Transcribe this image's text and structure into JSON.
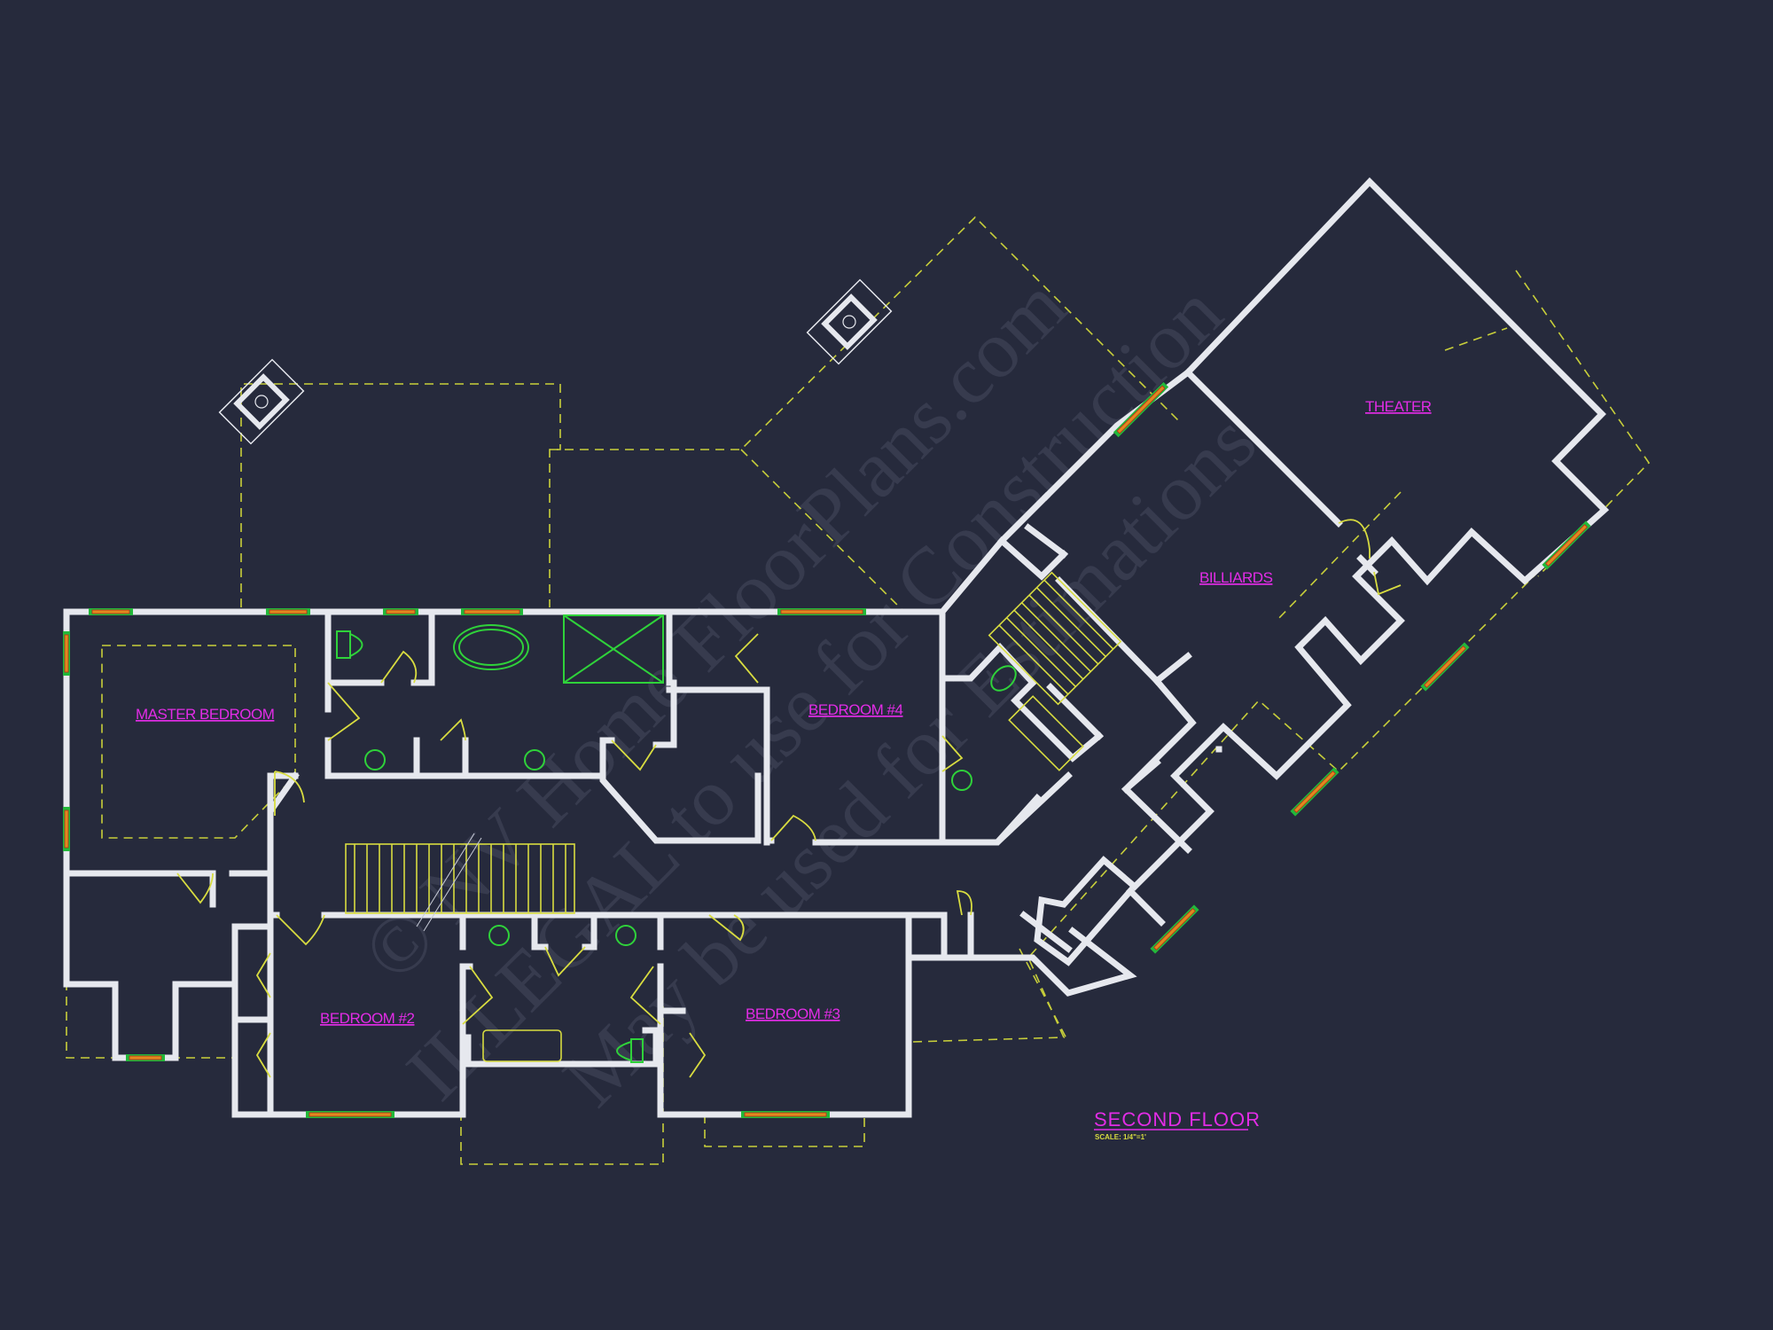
{
  "drawing": {
    "title": "SECOND FLOOR",
    "scale": "SCALE: 1/4\"=1'",
    "background_color": "#262a3c",
    "wall_color": "#e6e8ee",
    "label_color": "#e22ce6",
    "overhang_color": "#c8cf3a",
    "fixture_color": "#2fd23a"
  },
  "rooms": [
    {
      "id": "master-bedroom",
      "label": "MASTER BEDROOM"
    },
    {
      "id": "bedroom-4",
      "label": "BEDROOM #4"
    },
    {
      "id": "bedroom-2",
      "label": "BEDROOM #2"
    },
    {
      "id": "bedroom-3",
      "label": "BEDROOM #3"
    },
    {
      "id": "billiards",
      "label": "BILLIARDS"
    },
    {
      "id": "theater",
      "label": "THEATER"
    }
  ],
  "watermark": {
    "line1": "© NV Home FloorPlans.com",
    "line2": "ILLEGAL to use for Construction",
    "line3": "May be used for Estimations"
  }
}
